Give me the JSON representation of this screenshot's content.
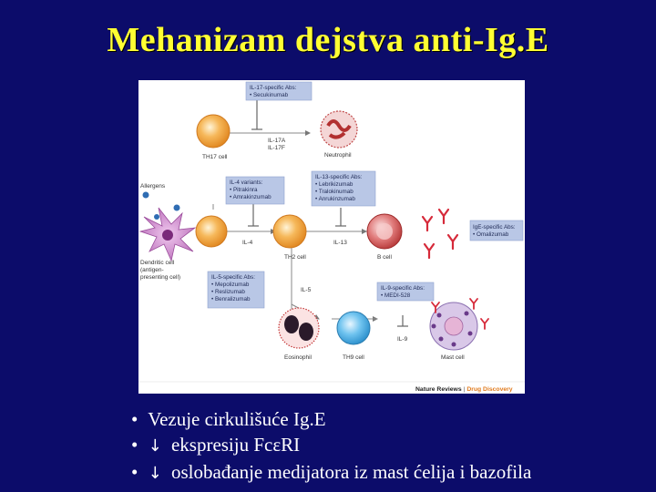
{
  "slide": {
    "title": "Mehanizam dejstva anti-Ig.E",
    "bullets": [
      {
        "marker": "•",
        "arrow": "",
        "text": "Vezuje cirkulišuće Ig.E"
      },
      {
        "marker": "•",
        "arrow": "↓",
        "text": "ekspresiju FcεRI"
      },
      {
        "marker": "•",
        "arrow": "↓",
        "text": "oslobađanje medijatora iz mast ćelija i bazofila"
      }
    ]
  },
  "figure": {
    "boxes": {
      "il17_abs": [
        "IL-17-specific Abs:",
        "• Secukinumab"
      ],
      "il4_variants": [
        "IL-4 variants:",
        "• Pitrakinra",
        "• Amrakinzumab"
      ],
      "il13_abs": [
        "IL-13-specific Abs:",
        "• Lebrikizumab",
        "• Tralokinumab",
        "• Anrukinzumab"
      ],
      "ige_abs": [
        "IgE-specific Abs:",
        "• Omalizumab"
      ],
      "il5_abs": [
        "IL-5-specific Abs:",
        "• Mepolizumab",
        "• Reslizumab",
        "• Benralizumab"
      ],
      "il9_abs": [
        "IL-9-specific Abs:",
        "• MEDI-528"
      ]
    },
    "labels": {
      "th17": "TH17 cell",
      "il17": [
        "IL-17A",
        "IL-17F"
      ],
      "neutrophil": "Neutrophil",
      "allergens": "Allergens",
      "il4": "IL-4",
      "il13": "IL-13",
      "dendritic": [
        "Dendritic cell",
        "(antigen-",
        "presenting cell)"
      ],
      "th2": "TH2 cell",
      "bcell": "B cell",
      "il5": "IL-5",
      "il9": "IL-9",
      "eosinophil": "Eosinophil",
      "th9": "TH9 cell",
      "mastcell": "Mast cell",
      "footer_a": "Nature Reviews",
      "footer_sep": " | ",
      "footer_b": "Drug Discovery"
    }
  },
  "colors": {
    "background": "#0c0c6a",
    "title": "#ffff33",
    "th_cell": "#f2a84a",
    "box_fill": "#b9c7e6",
    "antibody": "#d62a3a",
    "footer_orange": "#e07a1c"
  }
}
